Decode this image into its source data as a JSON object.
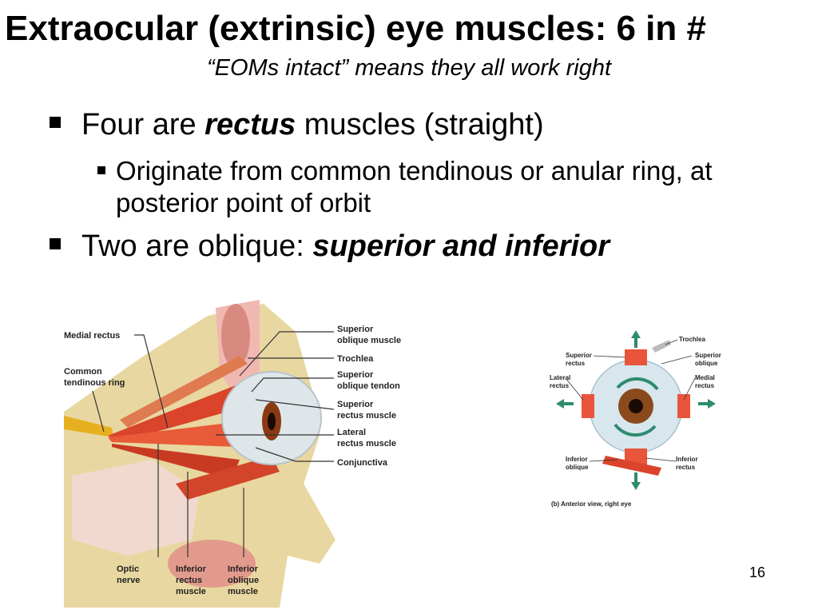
{
  "slide": {
    "title": "Extraocular (extrinsic) eye muscles: 6 in #",
    "subtitle": "“EOMs intact” means they all work right",
    "bullets": [
      {
        "pre": "Four are ",
        "em": "rectus",
        "post": " muscles (straight)"
      },
      {
        "sub": "Originate from common tendinous or anular ring, at posterior point of orbit"
      },
      {
        "pre": "Two are oblique: ",
        "em": "superior and inferior",
        "post": ""
      }
    ],
    "page_number": "16"
  },
  "figure_lateral": {
    "labels": {
      "medial_rectus": "Medial rectus",
      "common_1": "Common",
      "common_2": "tendinous ring",
      "sup_oblique_1": "Superior",
      "sup_oblique_2": "oblique muscle",
      "trochlea": "Trochlea",
      "sup_tendon_1": "Superior",
      "sup_tendon_2": "oblique tendon",
      "sup_rectus_1": "Superior",
      "sup_rectus_2": "rectus muscle",
      "lat_rectus_1": "Lateral",
      "lat_rectus_2": "rectus muscle",
      "conjunctiva": "Conjunctiva",
      "optic_1": "Optic",
      "optic_2": "nerve",
      "inf_rectus_1": "Inferior",
      "inf_rectus_2": "rectus",
      "inf_rectus_3": "muscle",
      "inf_oblique_1": "Inferior",
      "inf_oblique_2": "oblique",
      "inf_oblique_3": "muscle"
    }
  },
  "figure_anterior": {
    "labels": {
      "trochlea": "Trochlea",
      "sup_rectus_1": "Superior",
      "sup_rectus_2": "rectus",
      "sup_oblique_1": "Superior",
      "sup_oblique_2": "oblique",
      "lat_rectus_1": "Lateral",
      "lat_rectus_2": "rectus",
      "med_rectus_1": "Medial",
      "med_rectus_2": "rectus",
      "inf_oblique_1": "Inferior",
      "inf_oblique_2": "oblique",
      "inf_rectus_1": "Inferior",
      "inf_rectus_2": "rectus",
      "caption": "(b) Anterior view, right eye"
    }
  }
}
